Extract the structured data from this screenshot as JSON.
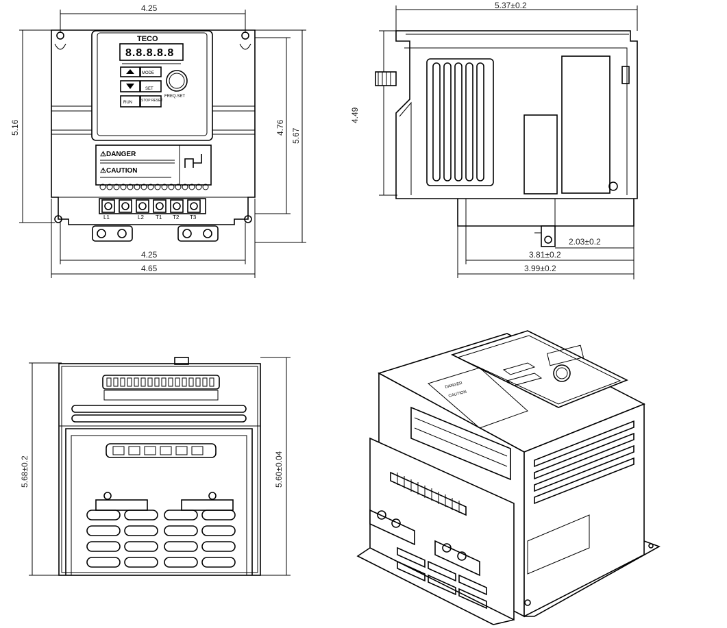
{
  "front_view": {
    "dim_top_width": "4.25",
    "dim_bottom_inner": "4.25",
    "dim_bottom_outer": "4.65",
    "dim_left_height": "5.16",
    "dim_right_inner": "4.76",
    "dim_right_outer": "5.67",
    "brand": "TECO",
    "display": "8.8.8.8.8",
    "btn_mode": "MODE",
    "btn_set": "SET",
    "btn_run": "RUN",
    "btn_stop": "STOP RESET",
    "knob_label": "FREQ.SET",
    "danger_label": "DANGER",
    "caution_label": "CAUTION",
    "terminals": [
      "L1",
      "L2",
      "T1",
      "T2",
      "T3"
    ]
  },
  "side_view": {
    "dim_top": "5.37±0.2",
    "dim_height": "4.49",
    "dim_a": "2.03±0.2",
    "dim_b": "3.81±0.2",
    "dim_c": "3.99±0.2"
  },
  "bottom_view": {
    "dim_left": "5.68±0.2",
    "dim_right": "5.60±0.04"
  }
}
